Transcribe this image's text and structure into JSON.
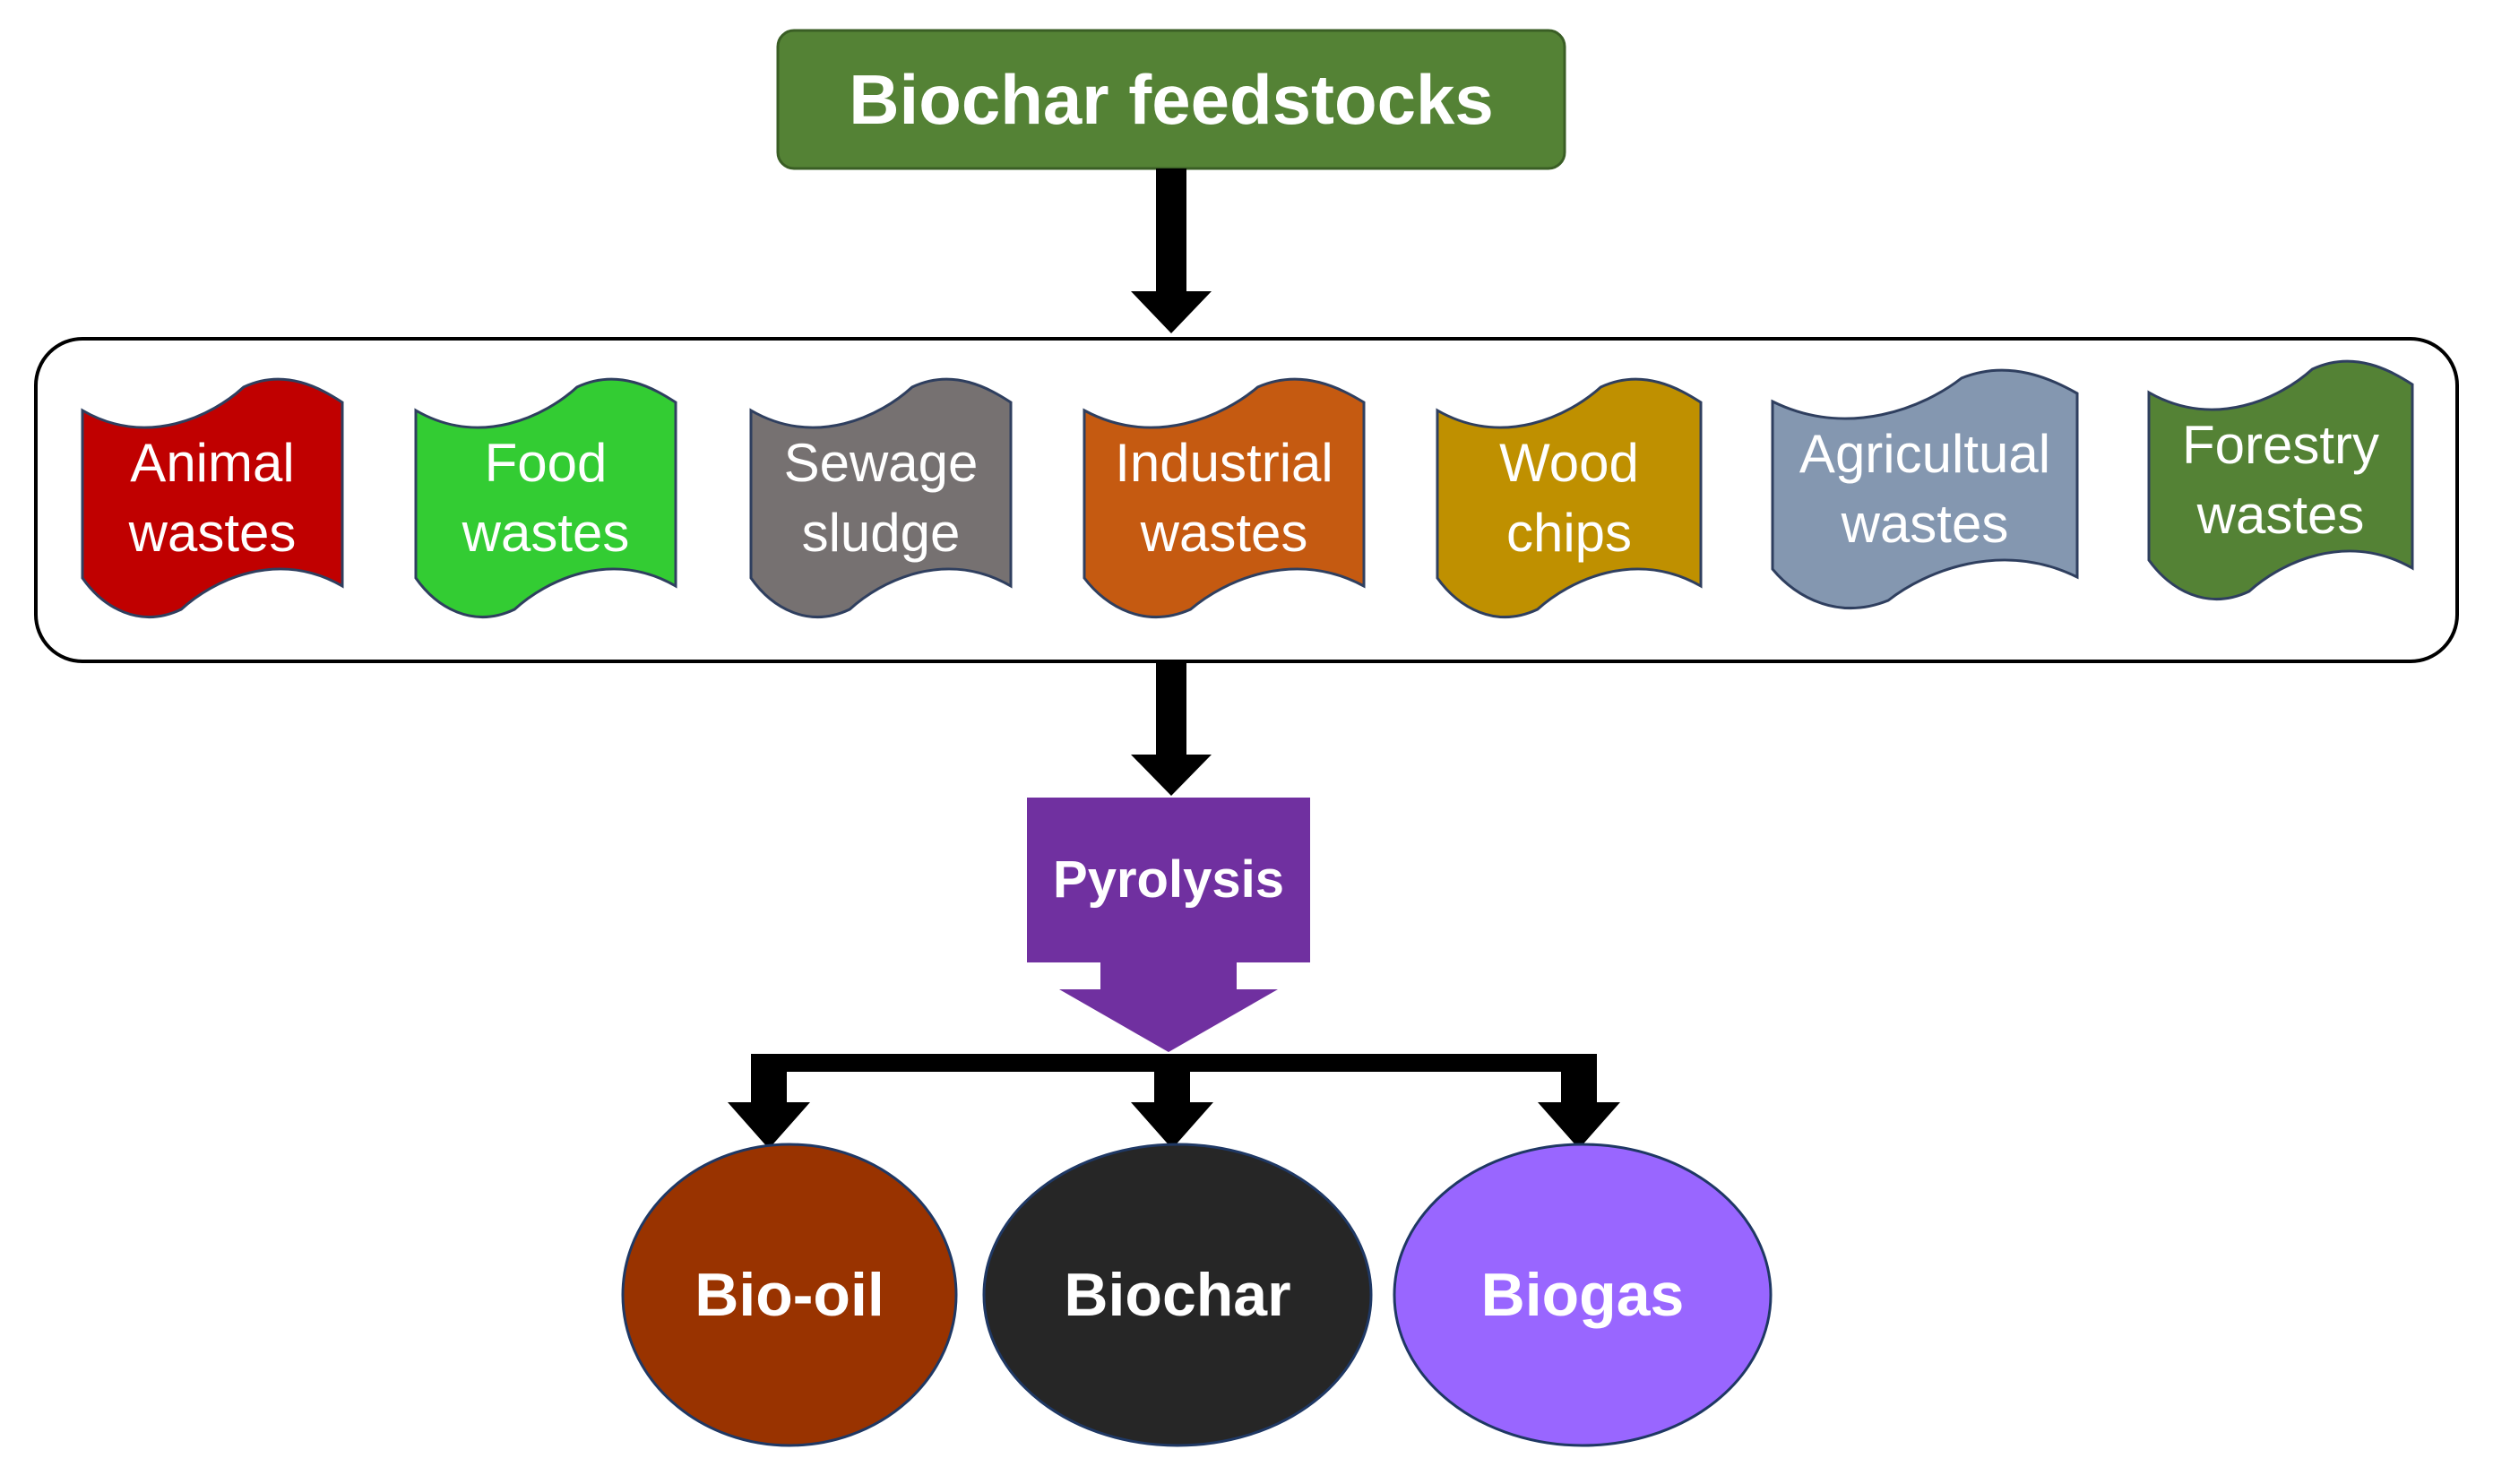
{
  "title": "Biochar feedstocks",
  "process": "Pyrolysis",
  "feedstocks": [
    {
      "label": "Animal\nwastes",
      "color": "#c00000"
    },
    {
      "label": "Food\nwastes",
      "color": "#33cc33"
    },
    {
      "label": "Sewage\nsludge",
      "color": "#767171"
    },
    {
      "label": "Industrial\nwastes",
      "color": "#c55a11"
    },
    {
      "label": "Wood\nchips",
      "color": "#bf9000"
    },
    {
      "label": "Agricultual\nwastes",
      "color": "#8497b0"
    },
    {
      "label": "Forestry\nwastes",
      "color": "#548235"
    }
  ],
  "products": [
    {
      "label": "Bio-oil",
      "color": "#993300"
    },
    {
      "label": "Biochar",
      "color": "#262626"
    },
    {
      "label": "Biogas",
      "color": "#9966ff"
    }
  ],
  "colors": {
    "title_fill": "#548235",
    "process_fill": "#7030a0",
    "arrow": "#000000",
    "container_border": "#000000"
  }
}
